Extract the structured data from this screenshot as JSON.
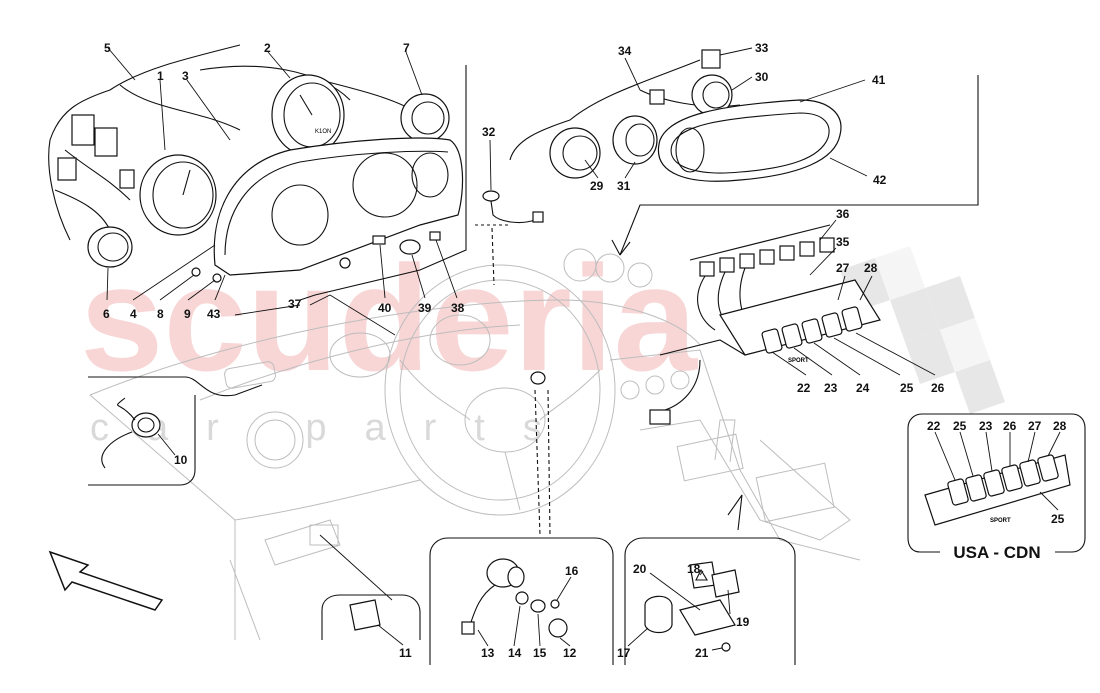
{
  "watermark": {
    "brand": "scuderia",
    "sub": "car parts"
  },
  "region_label": "USA - CDN",
  "tiny_labels": {
    "k1": "K1ON",
    "sport_main": "SPORT",
    "sport_inset": "SPORT"
  },
  "labels": {
    "l1": "1",
    "l2": "2",
    "l3": "3",
    "l4": "4",
    "l5": "5",
    "l6": "6",
    "l7": "7",
    "l8": "8",
    "l9": "9",
    "l10": "10",
    "l11": "11",
    "l12": "12",
    "l13": "13",
    "l14": "14",
    "l15": "15",
    "l16": "16",
    "l17": "17",
    "l18": "18",
    "l19": "19",
    "l20": "20",
    "l21": "21",
    "l22": "22",
    "l23": "23",
    "l24": "24",
    "l25": "25",
    "l26": "26",
    "l27": "27",
    "l28": "28",
    "l29": "29",
    "l30": "30",
    "l31": "31",
    "l32": "32",
    "l33": "33",
    "l34": "34",
    "l35": "35",
    "l36": "36",
    "l37": "37",
    "l38": "38",
    "l39": "39",
    "l40": "40",
    "l41": "41",
    "l42": "42",
    "l43": "43",
    "i22": "22",
    "i25a": "25",
    "i23": "23",
    "i26": "26",
    "i27": "27",
    "i28": "28",
    "i25b": "25"
  }
}
